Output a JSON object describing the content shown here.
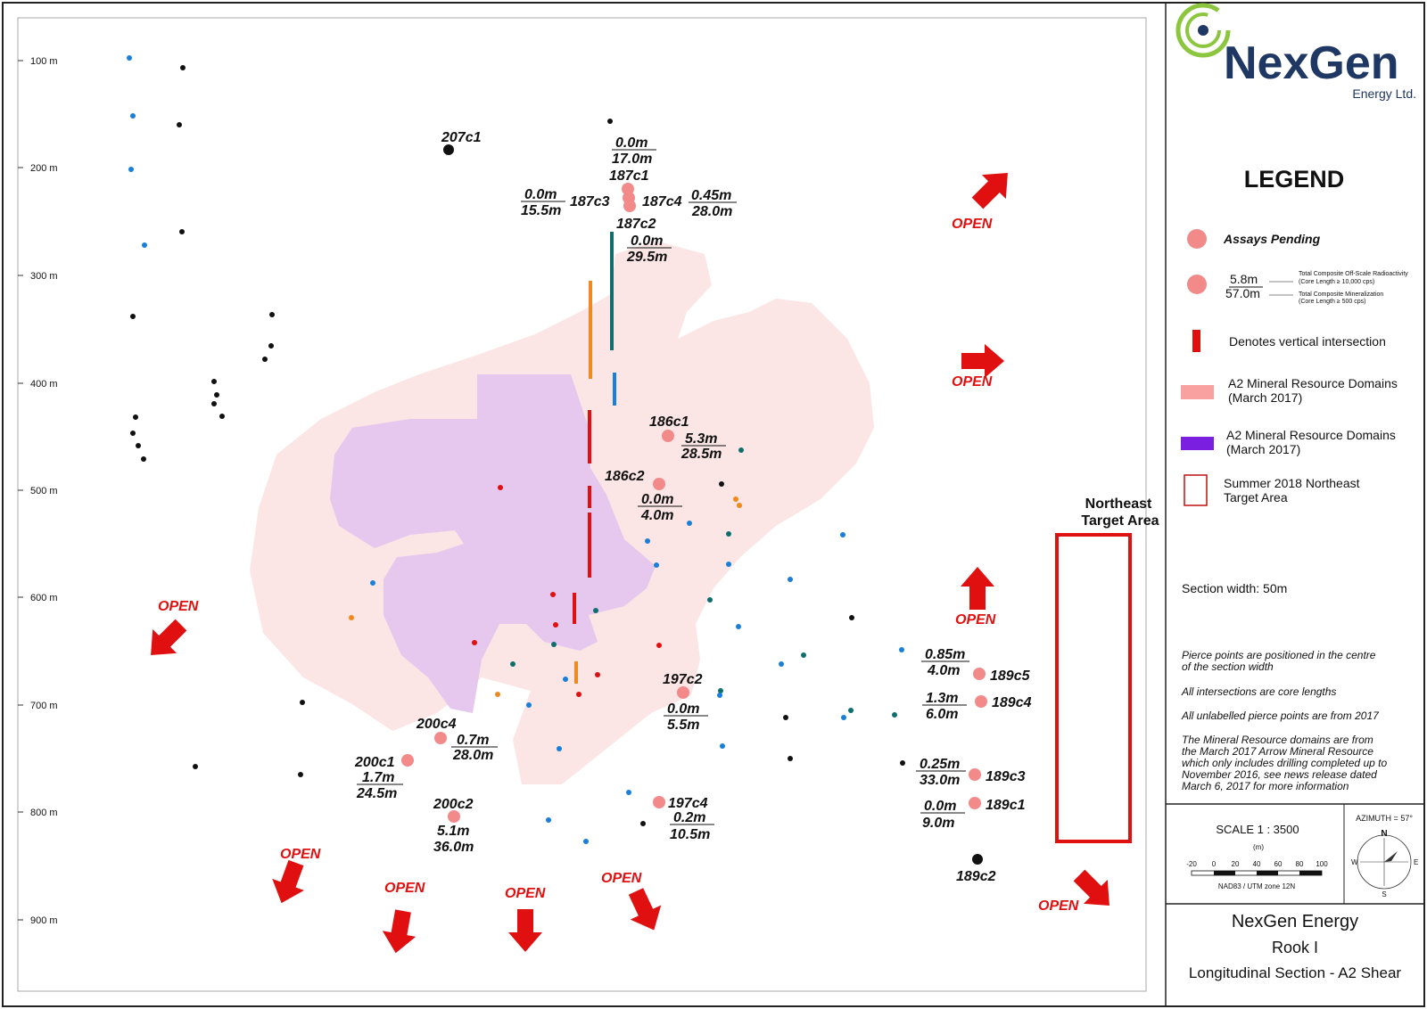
{
  "logo": {
    "name": "NexGen",
    "subtitle": "Energy Ltd."
  },
  "legend": {
    "title": "LEGEND",
    "assays_pending": "Assays Pending",
    "sample_top": "5.8m",
    "sample_bottom": "57.0m",
    "sample_top_desc1": "Total Composite Off-Scale Radioactivity",
    "sample_top_desc2": "(Core Length ≥ 10,000 cps)",
    "sample_bottom_desc1": "Total Composite Mineralization",
    "sample_bottom_desc2": "(Core Length ≥ 500 cps)",
    "vertical": "Denotes vertical intersection",
    "domain1_line1": "A2 Mineral Resource Domains",
    "domain1_line2": "(March 2017)",
    "domain2_line1": "A2 Mineral Resource Domains",
    "domain2_line2": "(March 2017)",
    "target_line1": "Summer 2018 Northeast",
    "target_line2": "Target Area",
    "colors": {
      "domain_light": "#f9a0a0",
      "domain_dark": "#7a1fe0",
      "red": "#e01010"
    }
  },
  "section_width": "Section width: 50m",
  "notes": [
    [
      "Pierce points are positioned in the centre",
      "of the section width"
    ],
    [
      "All intersections are core lengths"
    ],
    [
      "All unlabelled pierce points are from 2017"
    ],
    [
      "The Mineral Resource domains are from",
      "the March 2017 Arrow Mineral Resource",
      "which only includes drilling completed up to",
      "November 2016, see news release dated",
      "March 6, 2017 for more information"
    ]
  ],
  "scale": {
    "label": "SCALE   1 : 3500",
    "unit": "(m)",
    "ticks": [
      "-20",
      "0",
      "20",
      "40",
      "60",
      "80",
      "100"
    ],
    "datum": "NAD83 / UTM zone 12N"
  },
  "azimuth": {
    "label": "AZIMUTH = 57°",
    "n": "N",
    "s": "S",
    "e": "E",
    "w": "W"
  },
  "title_block": {
    "company": "NexGen Energy",
    "project": "Rook I",
    "section": "Longitudinal Section - A2 Shear"
  },
  "depth_labels": [
    "100 m",
    "200 m",
    "300 m",
    "400 m",
    "500 m",
    "600 m",
    "700 m",
    "800 m",
    "900 m"
  ],
  "open_label": "OPEN",
  "target_area_label": [
    "Northeast",
    "Target Area"
  ],
  "holes": [
    {
      "id": "207c1"
    },
    {
      "id": "187c1",
      "v1": "0.0m",
      "v2": "17.0m"
    },
    {
      "id": "187c3",
      "v1": "0.0m",
      "v2": "15.5m"
    },
    {
      "id": "187c4",
      "v1": "0.45m",
      "v2": "28.0m"
    },
    {
      "id": "187c2",
      "v1": "0.0m",
      "v2": "29.5m"
    },
    {
      "id": "186c1",
      "v1": "5.3m",
      "v2": "28.5m"
    },
    {
      "id": "186c2",
      "v1": "0.0m",
      "v2": "4.0m"
    },
    {
      "id": "197c2",
      "v1": "0.0m",
      "v2": "5.5m"
    },
    {
      "id": "200c4",
      "v1": "0.7m",
      "v2": "28.0m"
    },
    {
      "id": "200c1",
      "v1": "1.7m",
      "v2": "24.5m"
    },
    {
      "id": "200c2",
      "v1": "5.1m",
      "v2": "36.0m"
    },
    {
      "id": "197c4",
      "v1": "0.2m",
      "v2": "10.5m"
    },
    {
      "id": "189c5",
      "v1": "0.85m",
      "v2": "4.0m"
    },
    {
      "id": "189c4",
      "v1": "1.3m",
      "v2": "6.0m"
    },
    {
      "id": "189c3",
      "v1": "0.25m",
      "v2": "33.0m"
    },
    {
      "id": "189c1",
      "v1": "0.0m",
      "v2": "9.0m"
    },
    {
      "id": "189c2"
    }
  ]
}
